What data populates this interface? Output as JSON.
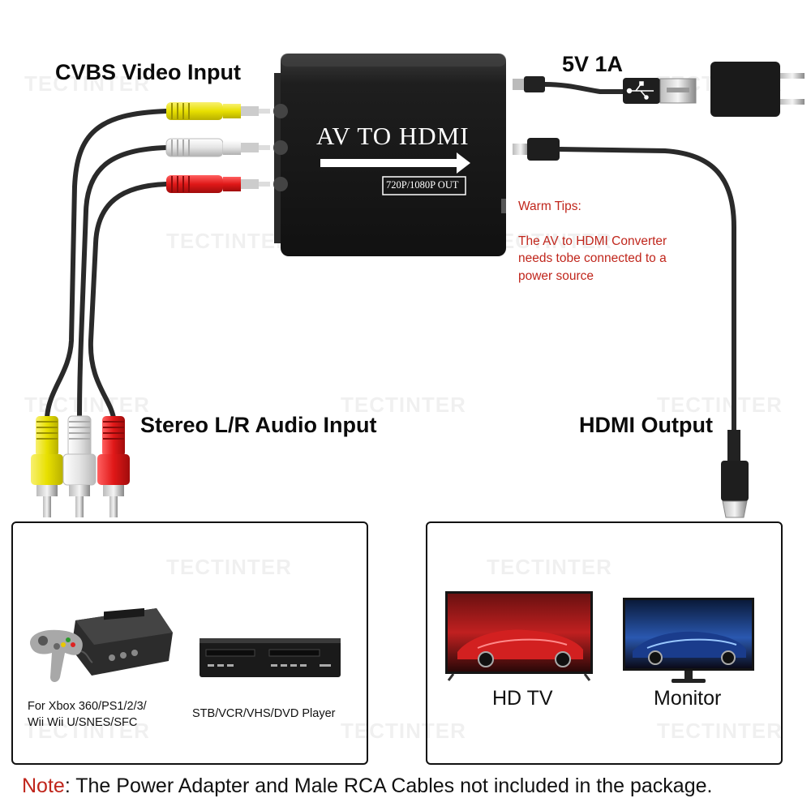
{
  "labels": {
    "cvbs": "CVBS Video Input",
    "power": "5V 1A",
    "stereo": "Stereo L/R Audio Input",
    "hdmi_output": "HDMI Output"
  },
  "device": {
    "title": "AV TO HDMI",
    "output_badge": "720P/1080P OUT"
  },
  "warm_tips": {
    "heading": "Warm Tips:",
    "text": "The AV to HDMI Converter\nneeds tobe connected to a\npower source"
  },
  "left_box": {
    "console_caption": "For Xbox 360/PS1/2/3/\nWii Wii U/SNES/SFC",
    "player_caption": "STB/VCR/VHS/DVD Player"
  },
  "right_box": {
    "tv_caption": "HD TV",
    "monitor_caption": "Monitor"
  },
  "note": {
    "prefix": "Note",
    "text": ": The Power Adapter and Male RCA Cables not included in the package."
  },
  "watermark": "TECTINTER",
  "colors": {
    "yellow_plug": "#e8e000",
    "white_plug": "#e6e6e6",
    "red_plug": "#e01818",
    "tips_red": "#c0261c",
    "device_black": "#1c1c1c"
  }
}
